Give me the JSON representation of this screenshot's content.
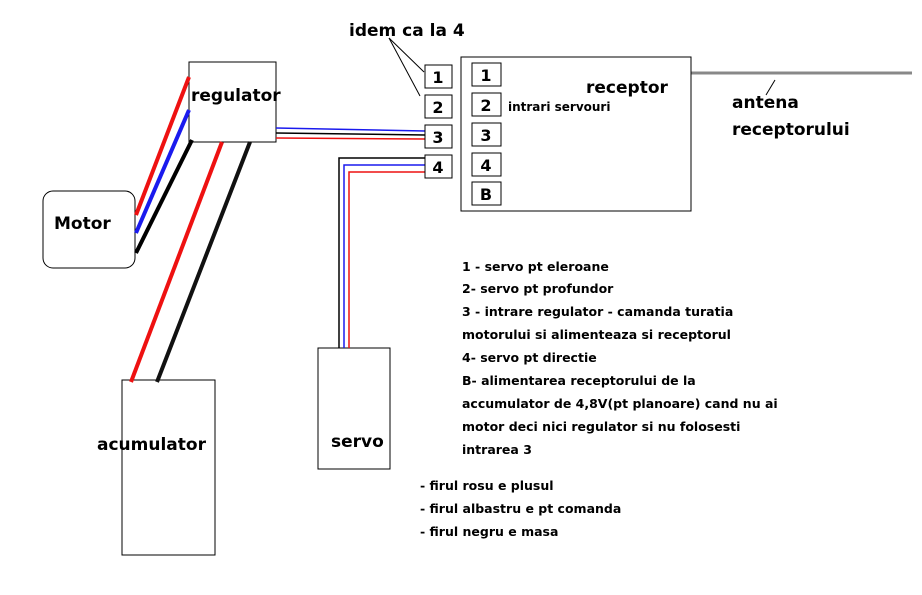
{
  "colors": {
    "red": "#ee1111",
    "blue": "#1a1aee",
    "black": "#000000",
    "antenna": "#888888"
  },
  "labels": {
    "regulator": "regulator",
    "motor": "Motor",
    "acumulator": "acumulator",
    "servo": "servo",
    "receptor": "receptor",
    "intrari": "intrari servouri",
    "antena_1": "antena",
    "antena_2": "receptorului",
    "idem": "idem ca la 4"
  },
  "external_ports": [
    "1",
    "2",
    "3",
    "4"
  ],
  "receiver_ports": [
    "1",
    "2",
    "3",
    "4",
    "B"
  ],
  "notes": [
    "1  - servo pt eleroane",
    "2- servo pt profundor",
    "3 - intrare regulator - camanda turatia",
    "motorului si alimenteaza si receptorul",
    "4- servo pt directie",
    "B- alimentarea receptorului de la",
    "accumulator de 4,8V(pt planoare) cand nu ai",
    "motor deci nici regulator si nu folosesti",
    "intrarea 3"
  ],
  "legend": [
    "- firul rosu e plusul",
    "- firul albastru e pt comanda",
    "- firul negru e masa"
  ]
}
